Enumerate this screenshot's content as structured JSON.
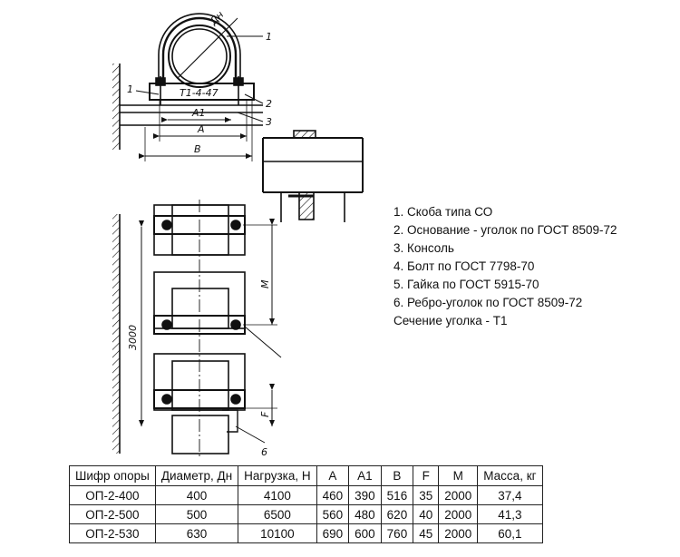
{
  "drawing": {
    "labels": {
      "dn": "Дн",
      "a1": "A1",
      "a": "A",
      "b": "В",
      "t1": "T1-4-47",
      "m": "M",
      "f": "F",
      "length": "3000",
      "callout_1": "1",
      "callout_2": "2",
      "callout_3": "3",
      "callout_4": "1",
      "callout_6": "6"
    }
  },
  "legend": {
    "items": [
      "1. Скоба типа СО",
      "2. Основание - уголок по ГОСТ 8509-72",
      "3. Консоль",
      "4. Болт по ГОСТ 7798-70",
      "5. Гайка по ГОСТ 5915-70",
      "6. Ребро-уголок по ГОСТ 8509-72"
    ],
    "note": "Сечение уголка - Т1"
  },
  "table": {
    "headers": [
      "Шифр опоры",
      "Диаметр, Дн",
      "Нагрузка, Н",
      "A",
      "A1",
      "B",
      "F",
      "M",
      "Масса, кг"
    ],
    "rows": [
      [
        "ОП-2-400",
        "400",
        "4100",
        "460",
        "390",
        "516",
        "35",
        "2000",
        "37,4"
      ],
      [
        "ОП-2-500",
        "500",
        "6500",
        "560",
        "480",
        "620",
        "40",
        "2000",
        "41,3"
      ],
      [
        "ОП-2-530",
        "630",
        "10100",
        "690",
        "600",
        "760",
        "45",
        "2000",
        "60,1"
      ]
    ]
  }
}
